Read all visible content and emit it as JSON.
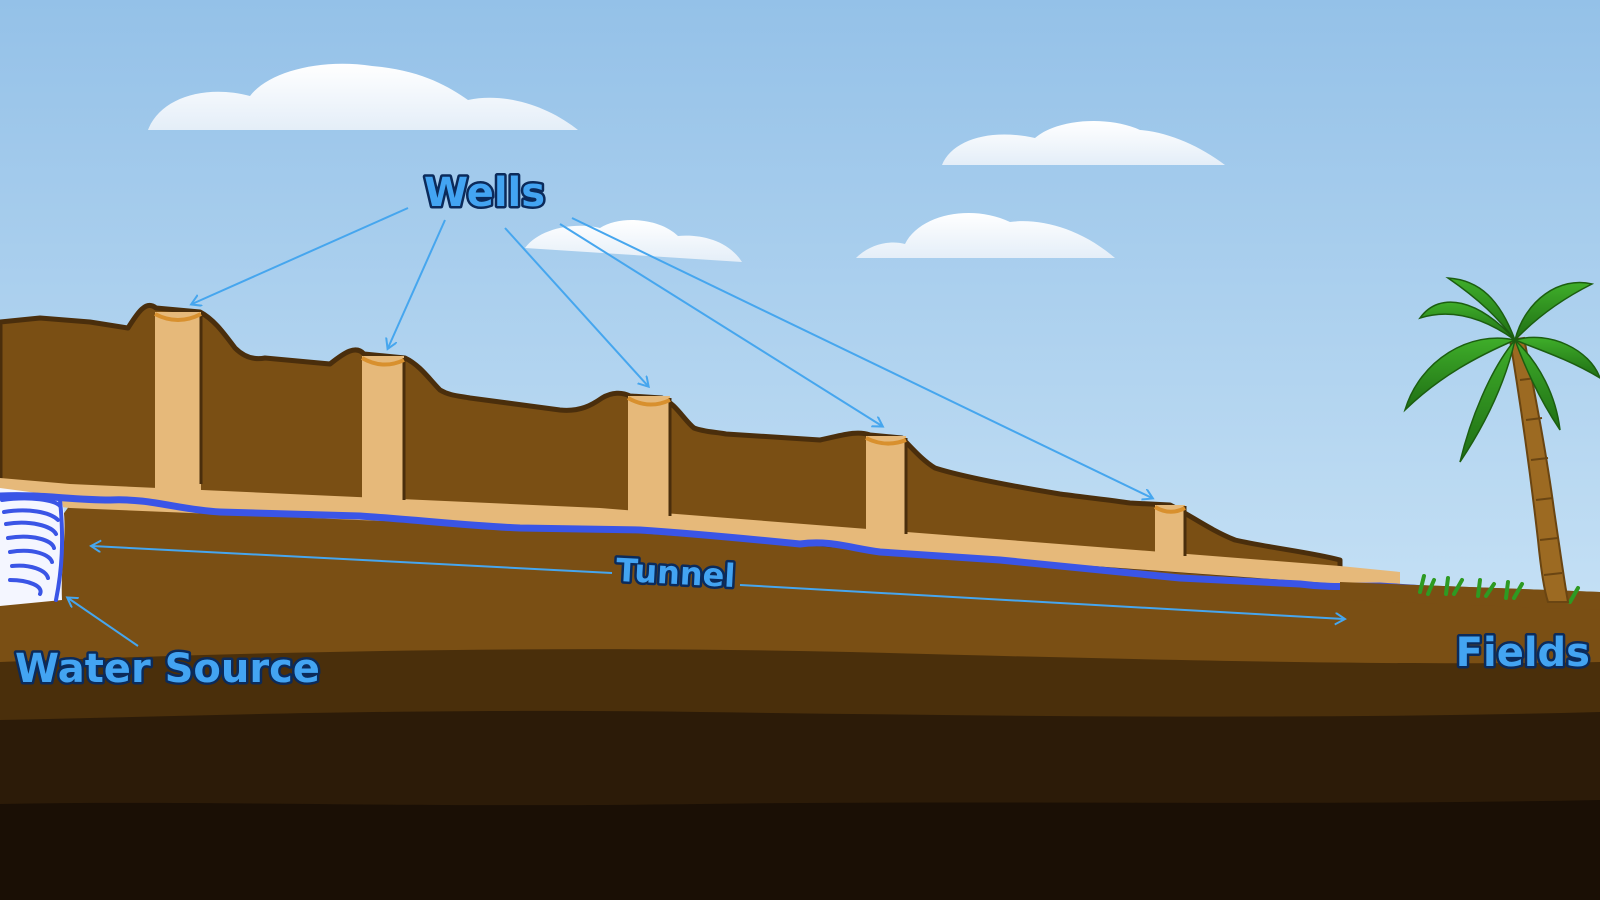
{
  "labels": {
    "wells": "Wells",
    "tunnel": "Tunnel",
    "water_source": "Water Source",
    "fields": "Fields"
  },
  "colors": {
    "sky_top": "#97c3e8",
    "sky_bottom": "#cfe5f6",
    "soil_upper": "#7a4f14",
    "soil_outline": "#4a2e0c",
    "shaft_sand": "#e6b97a",
    "water": "#3a55e6",
    "label_fill": "#43a4f2",
    "arrow": "#46a6ee",
    "palm_leaf": "#2e8b1e",
    "palm_trunk": "#9c6a22",
    "cloud": "#ffffff"
  },
  "icons": [
    "cloud-icon",
    "palm-tree-icon",
    "arrow-icon"
  ]
}
